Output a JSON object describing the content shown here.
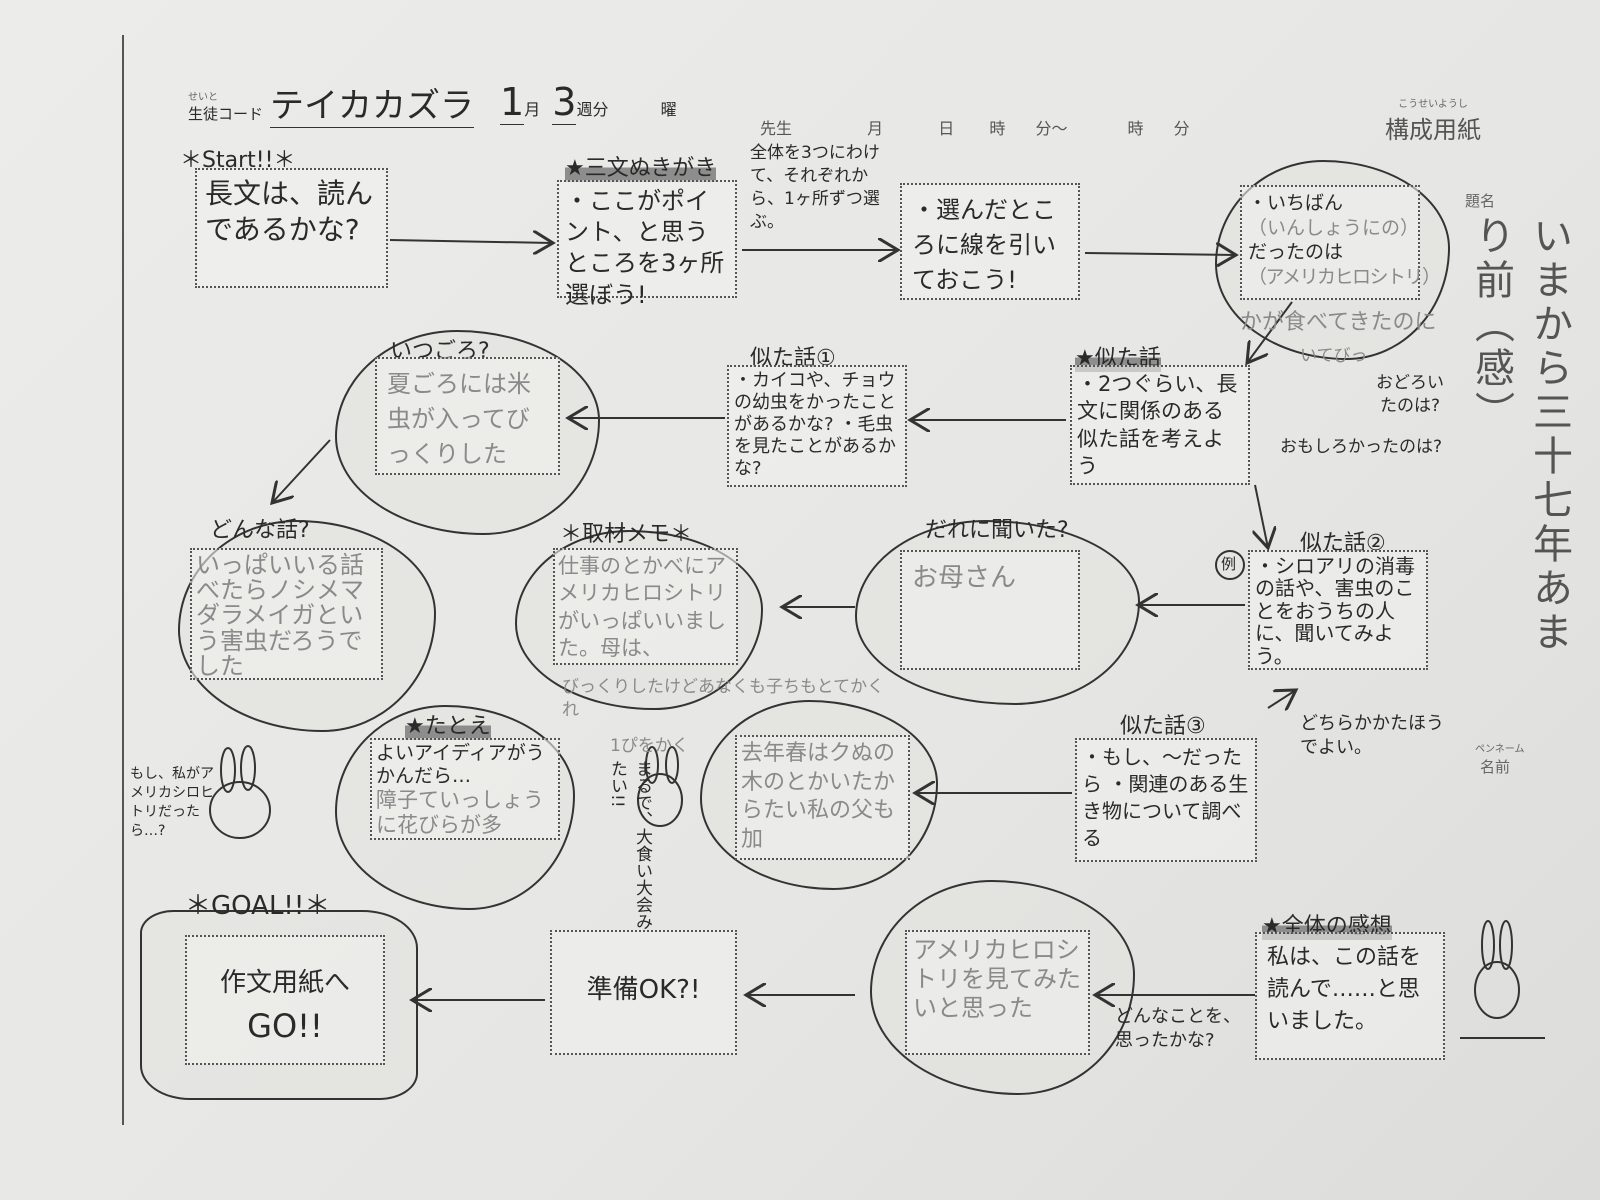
{
  "header": {
    "student_code_ruby": "せいと",
    "student_code_label": "生徒コード",
    "student_code_value": "テイカカズラ",
    "month_value": "1",
    "month_label": "月",
    "week_value": "3",
    "week_label": "週分",
    "day_label": "曜",
    "teacher_label": "先生",
    "date_month_label": "月",
    "date_day_label": "日",
    "time_from_hour": "時",
    "time_from_min": "分～",
    "time_to_hour": "時",
    "time_to_min": "分",
    "sheet_title_ruby": "こうせいようし",
    "sheet_title": "構成用紙",
    "theme_label": "題名",
    "theme_value": "いまから三十七年あまり前（感）",
    "penname_label": "ペンネーム",
    "name_label": "名前"
  },
  "steps": {
    "start": {
      "title": "＊Start!!＊",
      "text": "長文は、読んであるかな?"
    },
    "sanbun": {
      "title": "三文ぬきがき",
      "text": "・ここがポイント、と思うところを3ヶ所選ぼう!",
      "note": "全体を3つにわけて、それぞれから、1ヶ所ずつ選ぶ。"
    },
    "line": {
      "text": "・選んだところに線を引いておこう!"
    },
    "impression": {
      "line1": "・いちばん",
      "line2": "（いんしょうにの）",
      "line3": "だったのは",
      "line4": "（アメリカヒロシトリ）",
      "line5": "かが食べてきたのに",
      "line6": "いてびっ",
      "note1": "おどろいたのは?",
      "note2": "おもしろかったのは?"
    },
    "similar": {
      "title": "似た話",
      "text": "・2つぐらい、長文に関係のある似た話を考えよう"
    },
    "similar1": {
      "title": "似た話①",
      "text": "・カイコや、チョウの幼虫をかったことがあるかな? ・毛虫を見たことがあるかな?"
    },
    "when": {
      "title": "いつごろ?",
      "text": "夏ごろには米虫が入ってびっくりした"
    },
    "what": {
      "title": "どんな話?",
      "text": "いっぱいいる話べたらノシメマダラメイガという害虫だろうでした"
    },
    "memo": {
      "title": "＊取材メモ＊",
      "text": "仕事のとかべにアメリカヒロシトリがいっぱいいました。母は、",
      "overflow": "びっくりしたけどあなくも子ちもとてかくれ"
    },
    "who": {
      "title": "だれに聞いた?",
      "text": "お母さん"
    },
    "similar2": {
      "badge": "例",
      "title": "似た話②",
      "text": "・シロアリの消毒の話や、害虫のことをおうちの人に、聞いてみよう。"
    },
    "either": {
      "text": "どちらかかたほうでよい。"
    },
    "similar3": {
      "title": "似た話③",
      "text": "・もし、～だったら ・関連のある生き物について調べる"
    },
    "similar3_answer": {
      "text": "去年春はクぬの木のとかいたからたい私の父も加"
    },
    "example": {
      "title": "たとえ",
      "text": "よいアイディアがうかんだら…",
      "answer": "障子ていっしょうに花びらが多"
    },
    "example_note": {
      "text": "1ぴをかく"
    },
    "rabbit_left": {
      "text": "もし、私がアメリカシロヒトリだったら…?"
    },
    "rabbit_mid": {
      "text": "まるで、大食い大会みたい!!"
    },
    "goal": {
      "title": "＊GOAL!!＊",
      "line1": "作文用紙へ",
      "line2": "GO!!"
    },
    "ready": {
      "text": "準備OK?!"
    },
    "thought_answer": {
      "text": "アメリカヒロシトリを見てみたいと思った"
    },
    "thought_prompt": {
      "text": "どんなことを、思ったかな?"
    },
    "overall": {
      "title": "全体の感想",
      "text": "私は、この話を読んで……と思いました。"
    }
  }
}
